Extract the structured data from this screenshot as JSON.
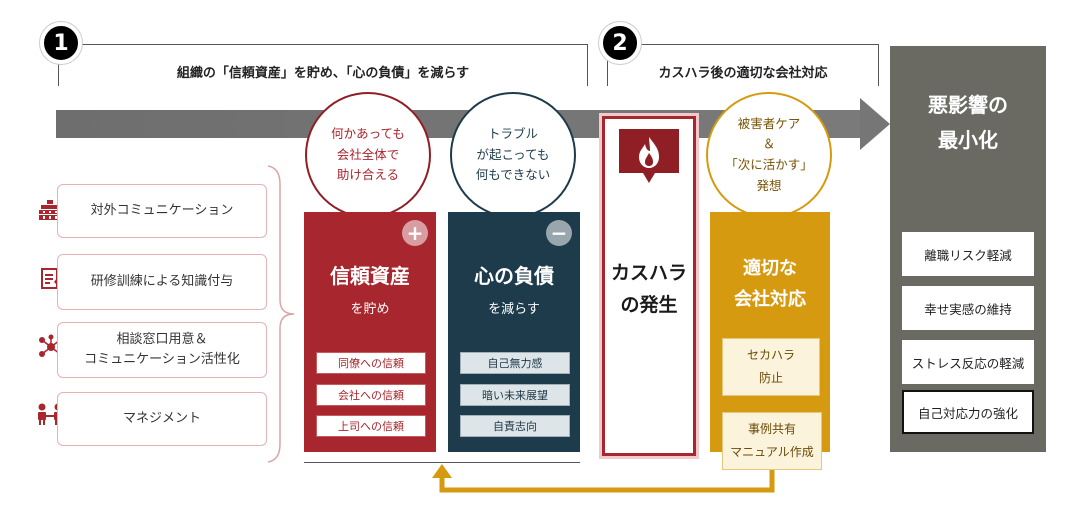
{
  "steps": [
    {
      "number": "1",
      "heading": "組織の「信頼資産」を貯め、「心の負債」を減らす"
    },
    {
      "number": "2",
      "heading": "カスハラ後の適切な会社対応"
    }
  ],
  "left_items": [
    {
      "label": "対外コミュニケーション",
      "icon": "building-icon"
    },
    {
      "label": "研修訓練による知識付与",
      "icon": "training-document-icon"
    },
    {
      "label": "相談窓口用意＆\nコミュニケーション活性化",
      "icon": "network-icon"
    },
    {
      "label": "マネジメント",
      "icon": "meeting-icon"
    }
  ],
  "bubbles": {
    "trust": "何かあっても\n会社全体で\n助け合える",
    "debt": "トラブル\nが起こっても\n何もできない",
    "care": "被害者ケア\n＆\n「次に活かす」\n発想"
  },
  "trust_column": {
    "title": "信頼資産",
    "subtitle": "を貯め",
    "sign": "+",
    "tags": [
      "同僚への信頼",
      "会社への信頼",
      "上司への信頼"
    ]
  },
  "debt_column": {
    "title": "心の負債",
    "subtitle": "を減らす",
    "sign": "−",
    "tags": [
      "自己無力感",
      "暗い未来展望",
      "自責志向"
    ]
  },
  "incident_column": {
    "title": "カスハラ\nの発生",
    "icon": "flame-alert-icon"
  },
  "response_column": {
    "title": "適切な\n会社対応",
    "boxes": [
      "セカハラ\n防止",
      "事例共有\nマニュアル作成"
    ]
  },
  "result": {
    "title": "悪影響の\n最小化",
    "items": [
      "離職リスク軽減",
      "幸せ実感の維持",
      "ストレス反応の軽減",
      "自己対応力の強化"
    ]
  },
  "colors": {
    "trust_red": "#a8262d",
    "debt_navy": "#1d3b4a",
    "response_gold": "#d69a10",
    "arrow_gray": "#737373",
    "result_panel": "#6a6a63"
  }
}
